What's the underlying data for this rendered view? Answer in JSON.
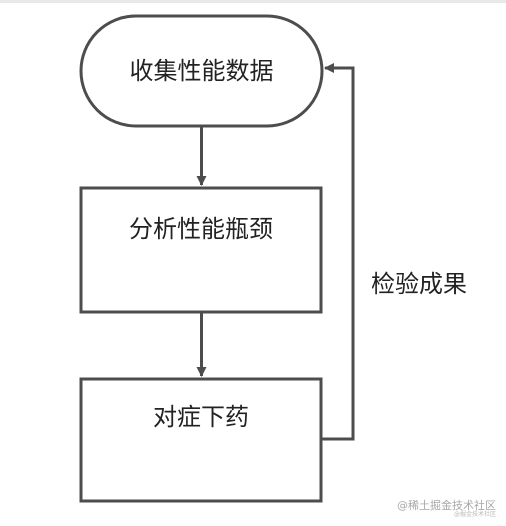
{
  "nodes": {
    "collect": {
      "label": "收集性能数据",
      "shape": "terminal"
    },
    "analyze": {
      "label": "分析性能瓶颈",
      "shape": "process"
    },
    "treat": {
      "label": "对症下药",
      "shape": "process"
    }
  },
  "edges": {
    "loop_label": "检验成果"
  },
  "colors": {
    "stroke": "#4d4d4d",
    "text": "#222222",
    "background": "#ffffff"
  },
  "watermark": {
    "text": "@稀土掘金技术社区",
    "sub": "@掘金技术社区"
  }
}
